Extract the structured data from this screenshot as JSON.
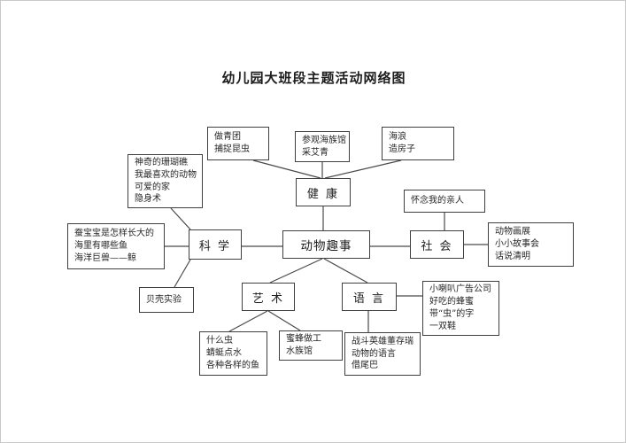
{
  "page": {
    "title": "幼儿园大班段主题活动网络图"
  },
  "colors": {
    "background": "#ffffff",
    "box_border": "#3f3f3f",
    "connector_line": "#4a4a4a",
    "text": "#222222"
  },
  "diagram": {
    "center": {
      "label": "动物趣事"
    },
    "categories": {
      "health": {
        "label": "健 康"
      },
      "science": {
        "label": "科 学"
      },
      "society": {
        "label": "社 会"
      },
      "art": {
        "label": "艺 术"
      },
      "language": {
        "label": "语 言"
      }
    },
    "leaves": {
      "health_make": {
        "lines": [
          "做青团",
          "捕捉昆虫"
        ]
      },
      "health_visit": {
        "lines": [
          "参观海族馆",
          "采艾青"
        ]
      },
      "health_sea": {
        "lines": [
          "海浪",
          "造房子"
        ]
      },
      "science_top": {
        "lines": [
          "神奇的珊瑚礁",
          "我最喜欢的动物",
          "可爱的家",
          "隐身术"
        ]
      },
      "science_left": {
        "lines": [
          "蚕宝宝是怎样长大的",
          "海里有哪些鱼",
          "海洋巨兽——鲸"
        ]
      },
      "science_bottom": {
        "lines": [
          "贝壳实验"
        ]
      },
      "society_top": {
        "lines": [
          "怀念我的亲人"
        ]
      },
      "society_right": {
        "lines": [
          "动物画展",
          "小小故事会",
          "话说清明"
        ]
      },
      "art_bottom_left": {
        "lines": [
          "什么虫",
          "蜻蜓点水",
          "各种各样的鱼"
        ]
      },
      "art_bottom_right": {
        "lines": [
          "蜜蜂做工",
          "水族馆"
        ]
      },
      "language_bottom": {
        "lines": [
          "战斗英雄董存瑞",
          "动物的语言",
          "借尾巴"
        ]
      },
      "language_right": {
        "lines": [
          "小喇叭广告公司",
          "好吃的蜂蜜",
          "带“虫”的字",
          "一双鞋"
        ]
      }
    }
  }
}
